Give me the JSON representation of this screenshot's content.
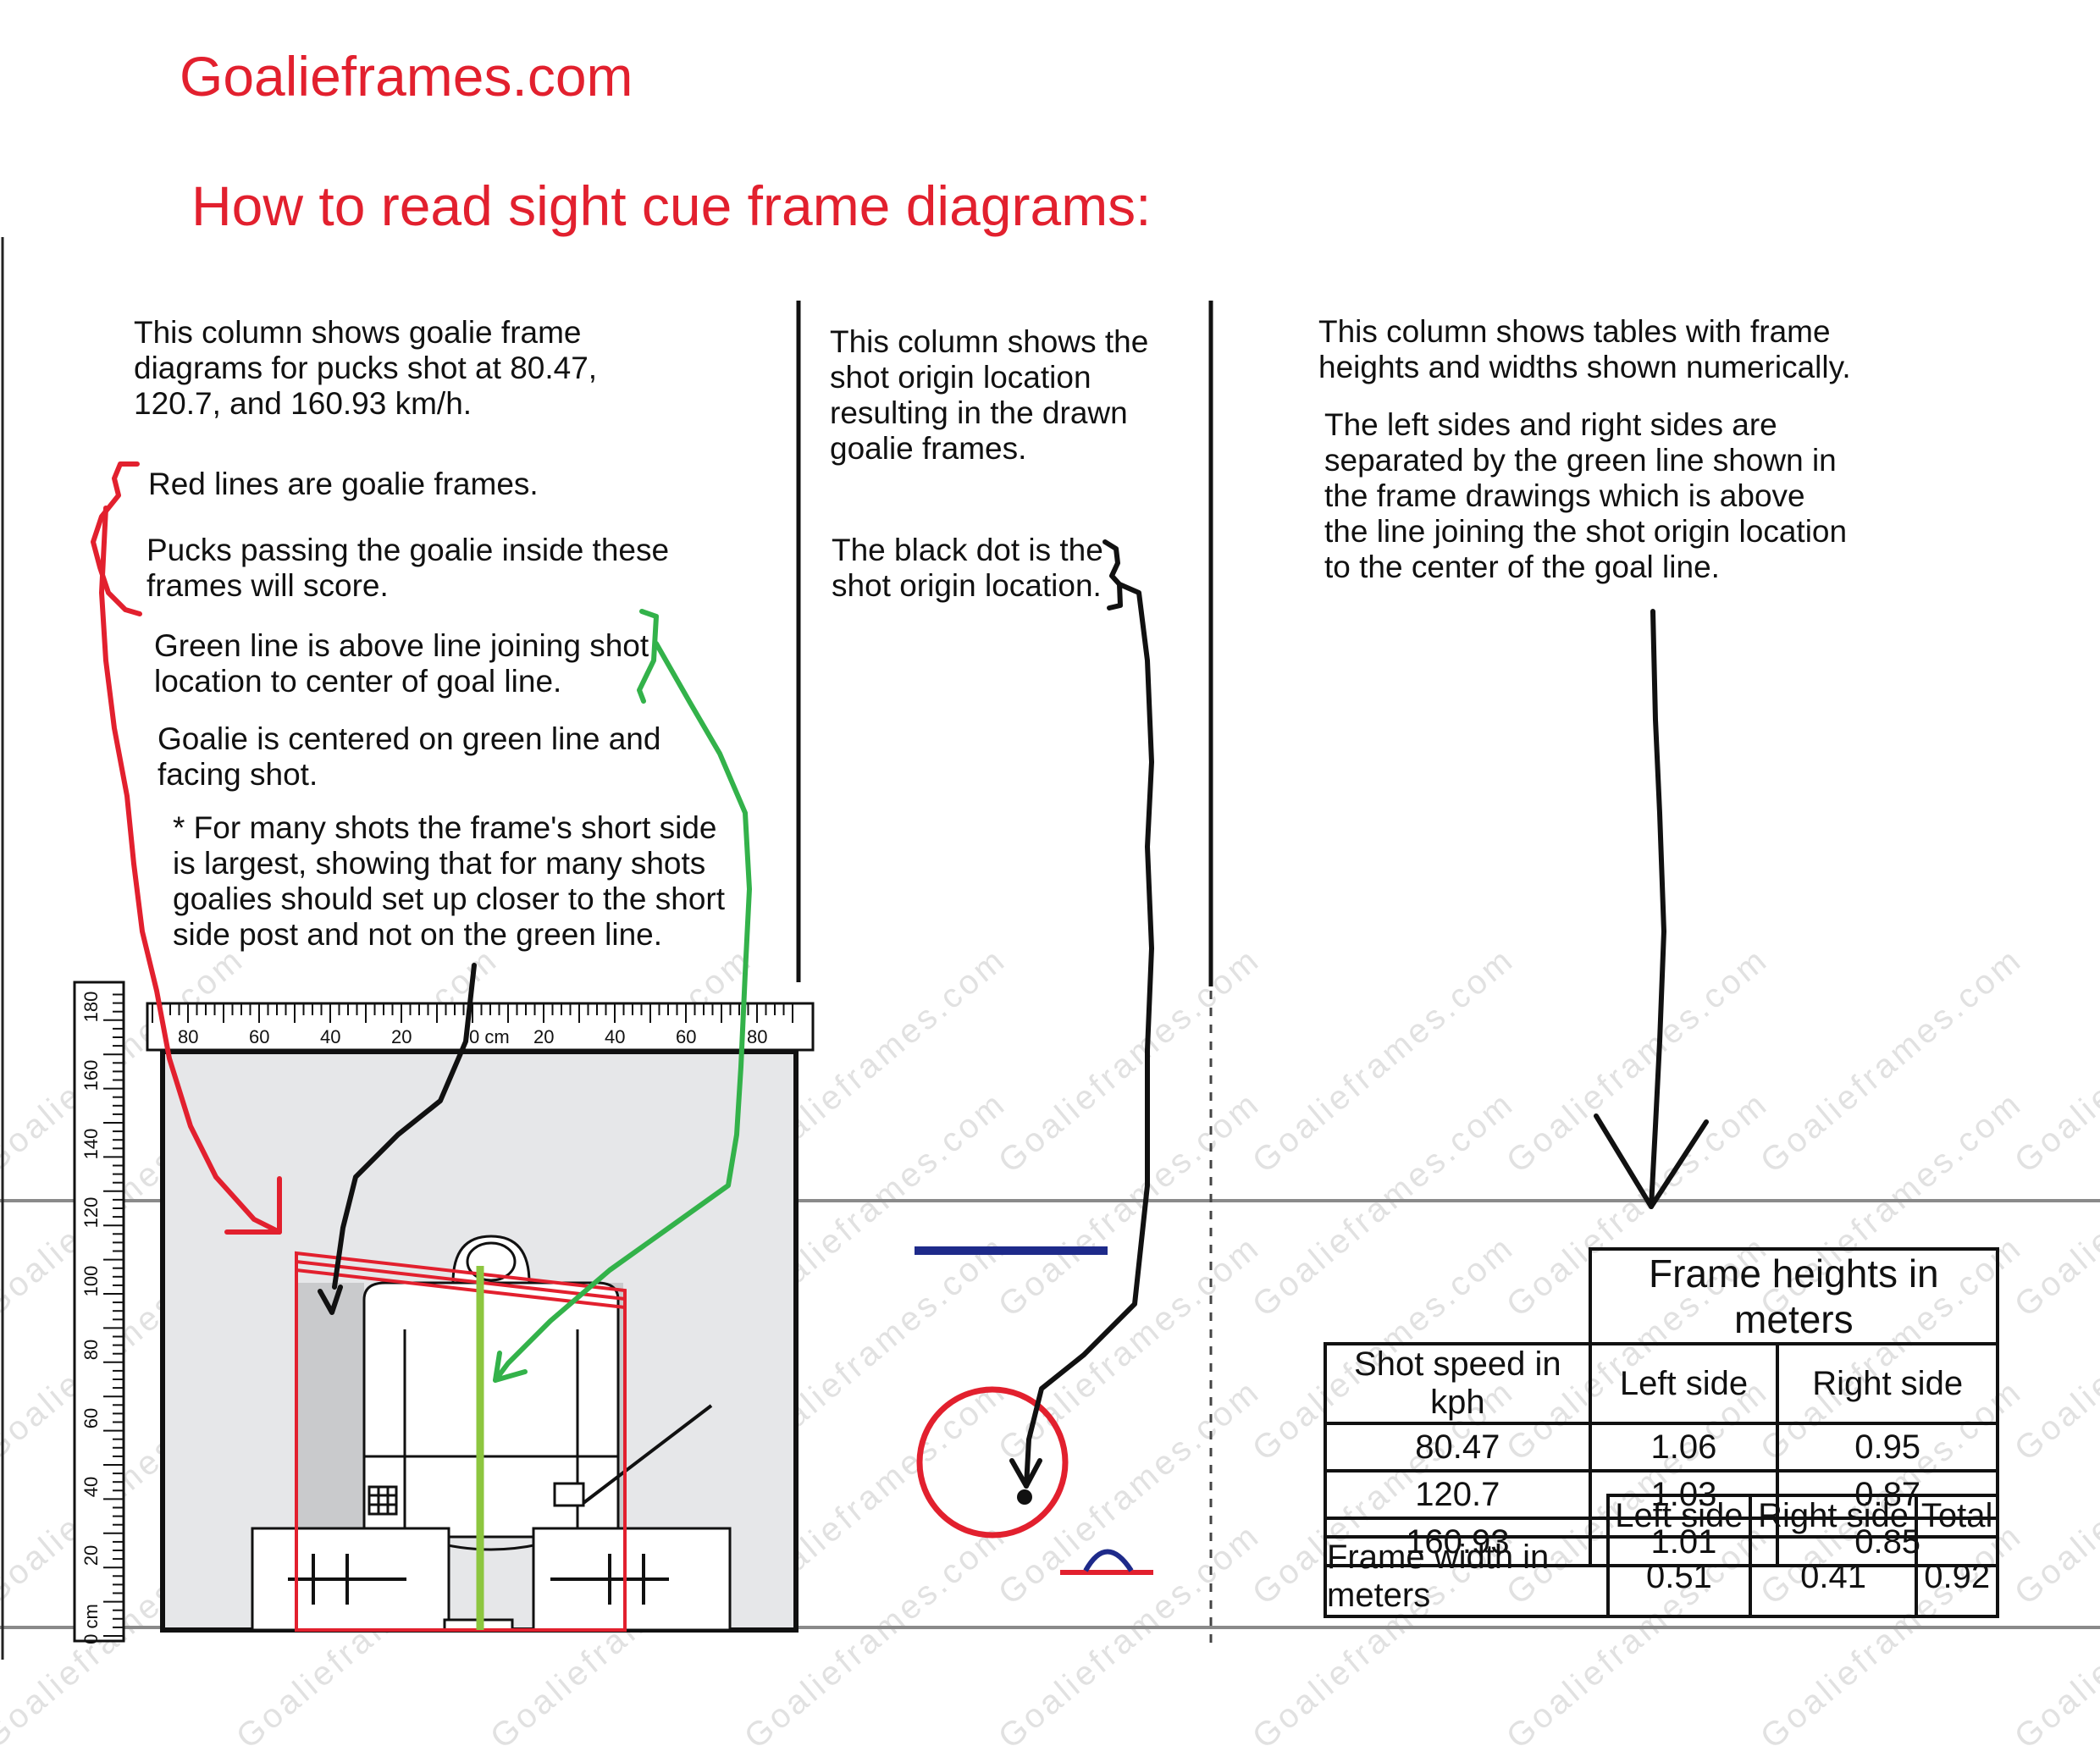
{
  "site": "Goalieframes.com",
  "heading": "How to read sight cue frame diagrams:",
  "col1": {
    "intro": "This column shows goalie frame\ndiagrams for pucks shot at 80.47,\n120.7, and 160.93 km/h.",
    "red_lines": "Red lines are goalie frames.",
    "pucks": "Pucks passing the goalie inside these\nframes will score.",
    "green_line": "Green line is above line joining shot\nlocation to center of goal line.",
    "goalie_centered": "Goalie is centered on green line and\nfacing shot.",
    "short_side": "* For many shots the frame's short side\nis largest, showing that for many shots\ngoalies should set up closer to the short\nside post and not on the green line."
  },
  "col2": {
    "intro": "This column shows the\nshot origin location\nresulting in the drawn\ngoalie frames.",
    "black_dot": "The black dot is the\nshot origin location."
  },
  "col3": {
    "intro": "This column shows tables with frame\nheights and widths shown numerically.",
    "sides": "The left sides and right sides are\nseparated by the green line shown in\nthe frame drawings which is above\nthe line joining the shot origin location\nto the center of the goal line."
  },
  "ruler_h": {
    "labels": [
      "80",
      "60",
      "40",
      "20",
      "0 cm",
      "20",
      "40",
      "60",
      "80"
    ]
  },
  "ruler_v": {
    "labels": [
      "0 cm",
      "20",
      "40",
      "60",
      "80",
      "100",
      "120",
      "140",
      "160",
      "180"
    ]
  },
  "watermark": "Goalieframes.com",
  "heights_table": {
    "title": "Frame heights in meters",
    "col_headers": [
      "Shot speed in kph",
      "Left side",
      "Right side"
    ],
    "rows": [
      [
        "80.47",
        "1.06",
        "0.95"
      ],
      [
        "120.7",
        "1.03",
        "0.87"
      ],
      [
        "160.93",
        "1.01",
        "0.85"
      ]
    ]
  },
  "width_table": {
    "col_headers": [
      "Left side",
      "Right side",
      "Total"
    ],
    "row_label": "Frame width in meters",
    "values": [
      "0.51",
      "0.41",
      "0.92"
    ]
  },
  "colors": {
    "red": "#e2202e",
    "green": "#33b24a",
    "lime": "#8dc63f",
    "navy": "#1e2a8a",
    "gray_panel": "#e6e7e9"
  }
}
